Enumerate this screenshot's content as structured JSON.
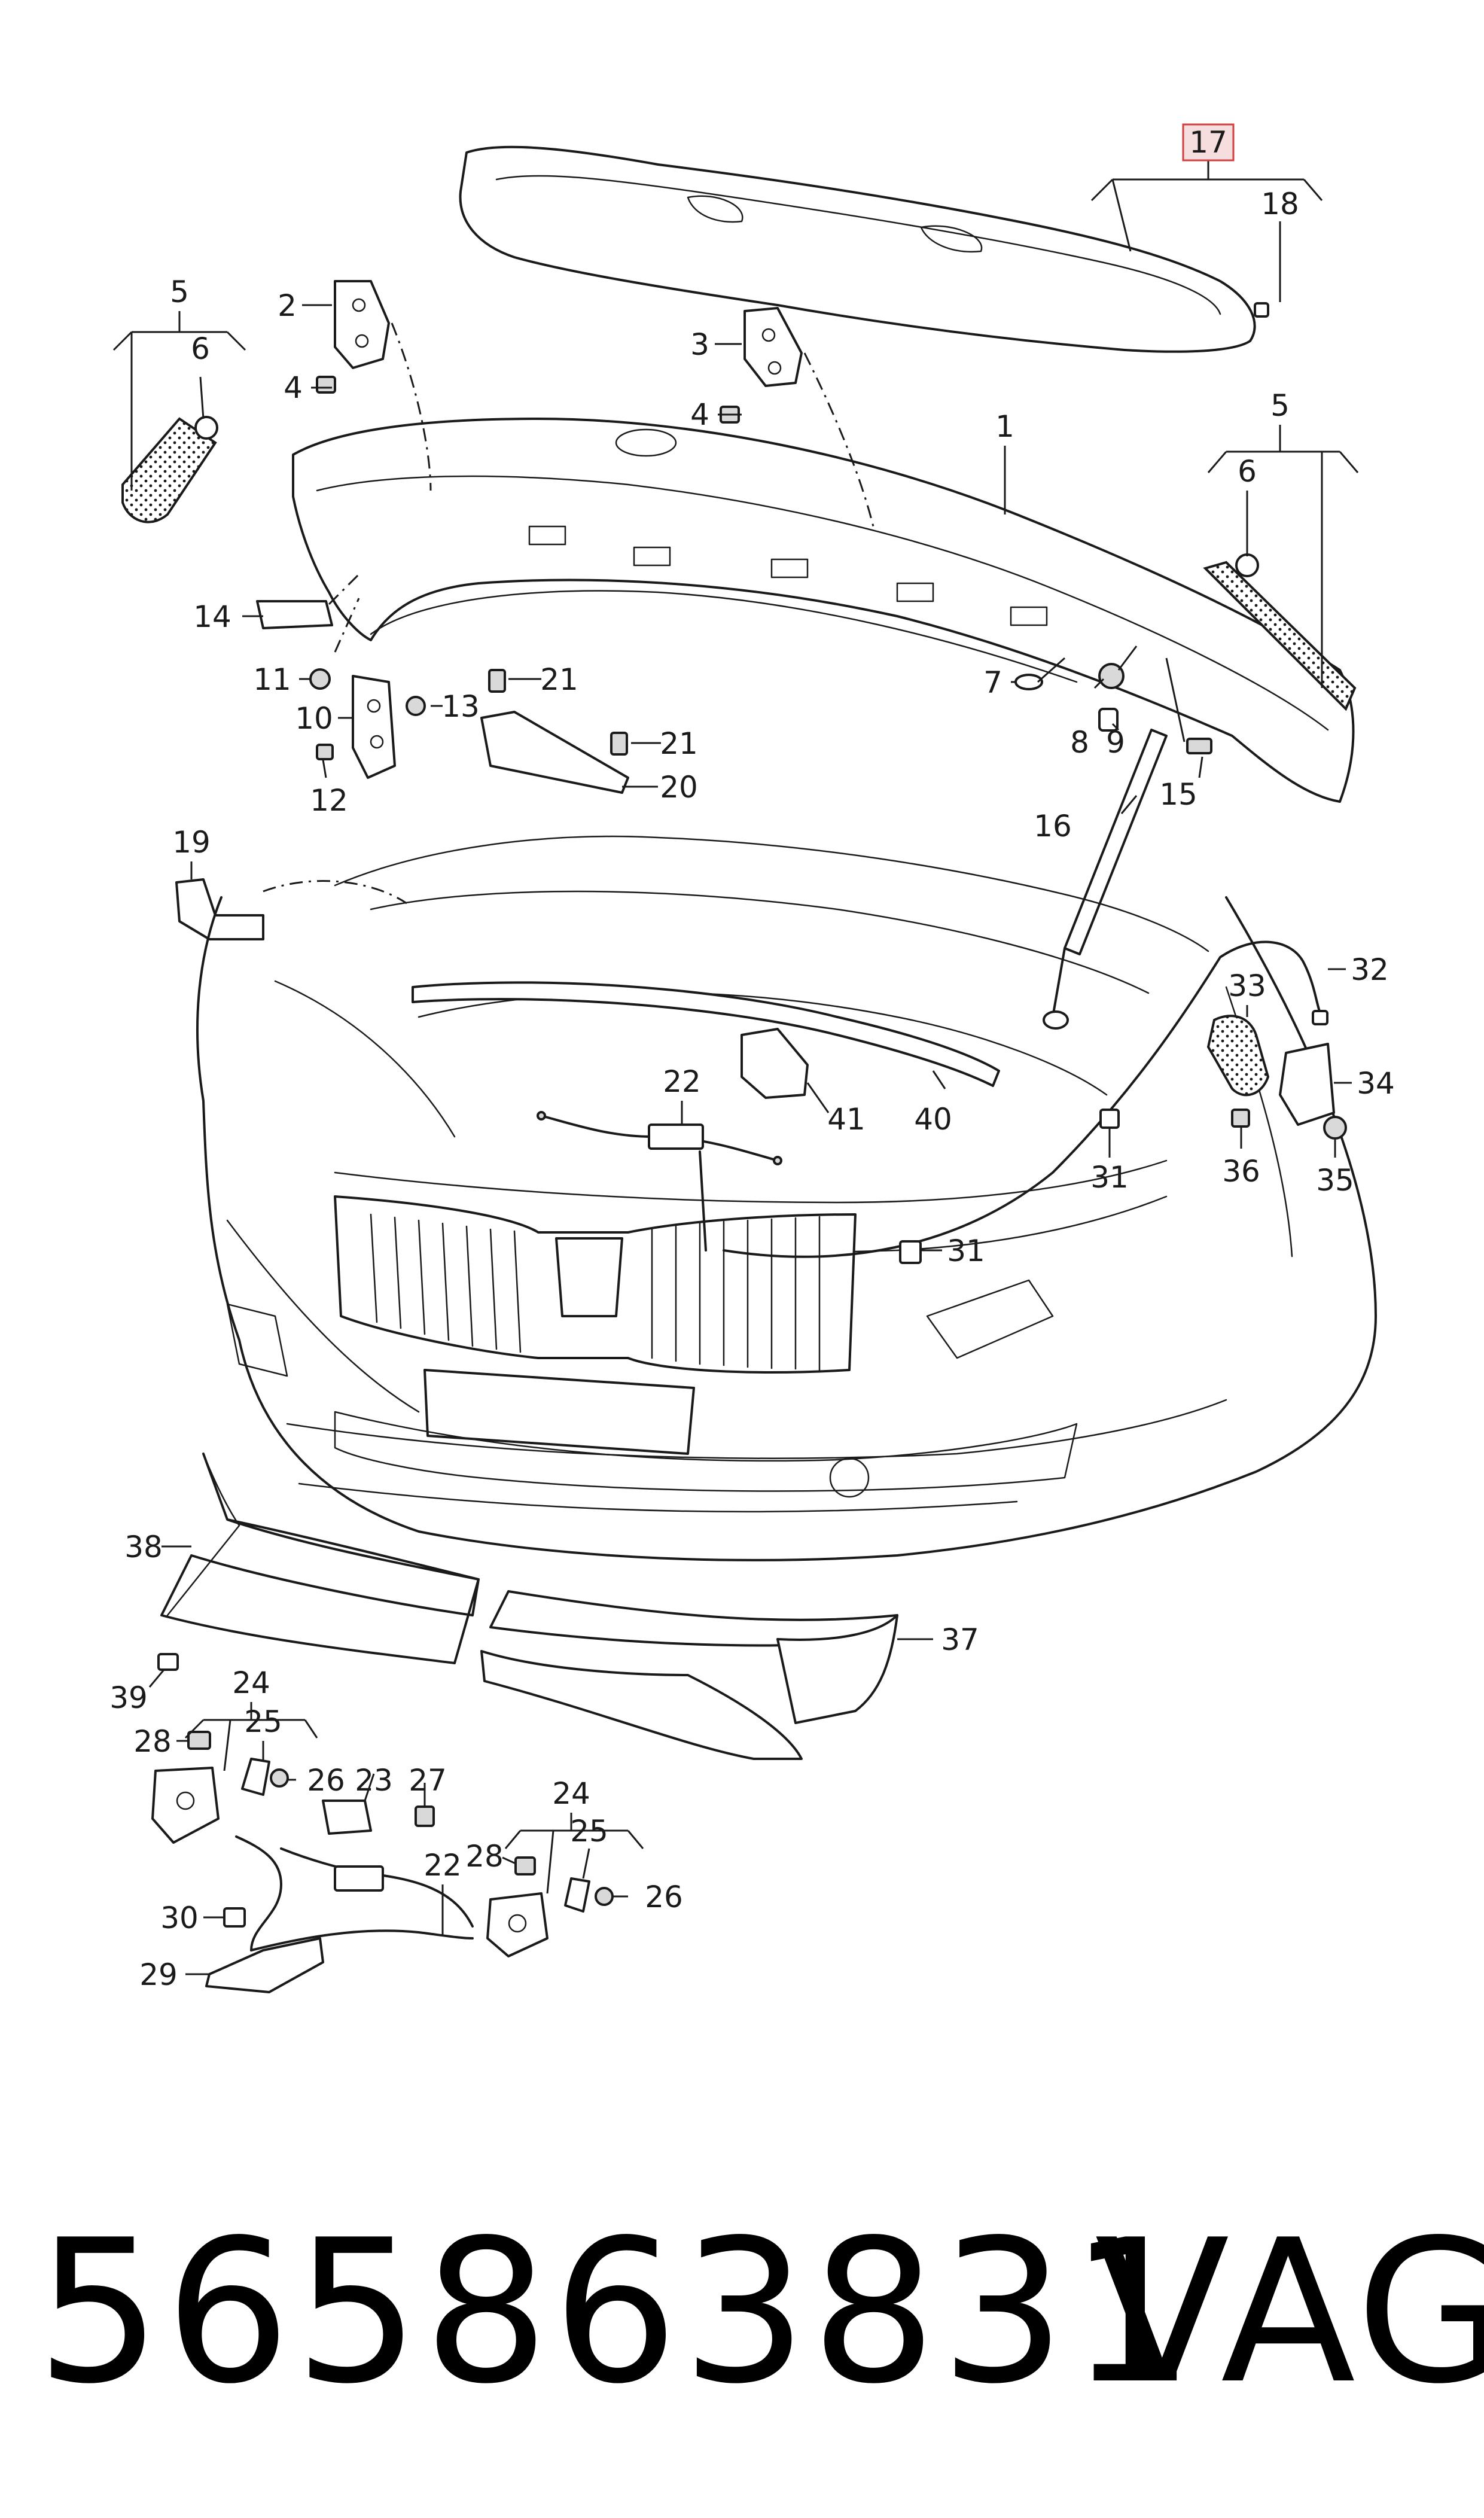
{
  "part_number": "565863831",
  "brand": "VAG",
  "highlighted_callout": "17",
  "colors": {
    "highlight_fill": "#f7dede",
    "highlight_border": "#d04040",
    "line": "#1a1a1a"
  },
  "callouts": [
    {
      "id": "c17",
      "text": "17"
    },
    {
      "id": "c18",
      "text": "18"
    },
    {
      "id": "c5a",
      "text": "5"
    },
    {
      "id": "c6a",
      "text": "6"
    },
    {
      "id": "c2",
      "text": "2"
    },
    {
      "id": "c4a",
      "text": "4"
    },
    {
      "id": "c3",
      "text": "3"
    },
    {
      "id": "c4b",
      "text": "4"
    },
    {
      "id": "c1",
      "text": "1"
    },
    {
      "id": "c5b",
      "text": "5"
    },
    {
      "id": "c6b",
      "text": "6"
    },
    {
      "id": "c14",
      "text": "14"
    },
    {
      "id": "c11",
      "text": "11"
    },
    {
      "id": "c10",
      "text": "10"
    },
    {
      "id": "c13",
      "text": "13"
    },
    {
      "id": "c12",
      "text": "12"
    },
    {
      "id": "c21a",
      "text": "21"
    },
    {
      "id": "c21b",
      "text": "21"
    },
    {
      "id": "c20",
      "text": "20"
    },
    {
      "id": "c7",
      "text": "7"
    },
    {
      "id": "c8",
      "text": "8"
    },
    {
      "id": "c9",
      "text": "9"
    },
    {
      "id": "c15",
      "text": "15"
    },
    {
      "id": "c16",
      "text": "16"
    },
    {
      "id": "c19",
      "text": "19"
    },
    {
      "id": "c32",
      "text": "32"
    },
    {
      "id": "c33",
      "text": "33"
    },
    {
      "id": "c34",
      "text": "34"
    },
    {
      "id": "c36",
      "text": "36"
    },
    {
      "id": "c35",
      "text": "35"
    },
    {
      "id": "c22a",
      "text": "22"
    },
    {
      "id": "c41",
      "text": "41"
    },
    {
      "id": "c40",
      "text": "40"
    },
    {
      "id": "c31a",
      "text": "31"
    },
    {
      "id": "c31b",
      "text": "31"
    },
    {
      "id": "c38",
      "text": "38"
    },
    {
      "id": "c37",
      "text": "37"
    },
    {
      "id": "c39",
      "text": "39"
    },
    {
      "id": "c24a",
      "text": "24"
    },
    {
      "id": "c25a",
      "text": "25"
    },
    {
      "id": "c28a",
      "text": "28"
    },
    {
      "id": "c26a",
      "text": "26"
    },
    {
      "id": "c23",
      "text": "23"
    },
    {
      "id": "c27",
      "text": "27"
    },
    {
      "id": "c24b",
      "text": "24"
    },
    {
      "id": "c25b",
      "text": "25"
    },
    {
      "id": "c28b",
      "text": "28"
    },
    {
      "id": "c26b",
      "text": "26"
    },
    {
      "id": "c22b",
      "text": "22"
    },
    {
      "id": "c30",
      "text": "30"
    },
    {
      "id": "c29",
      "text": "29"
    }
  ]
}
